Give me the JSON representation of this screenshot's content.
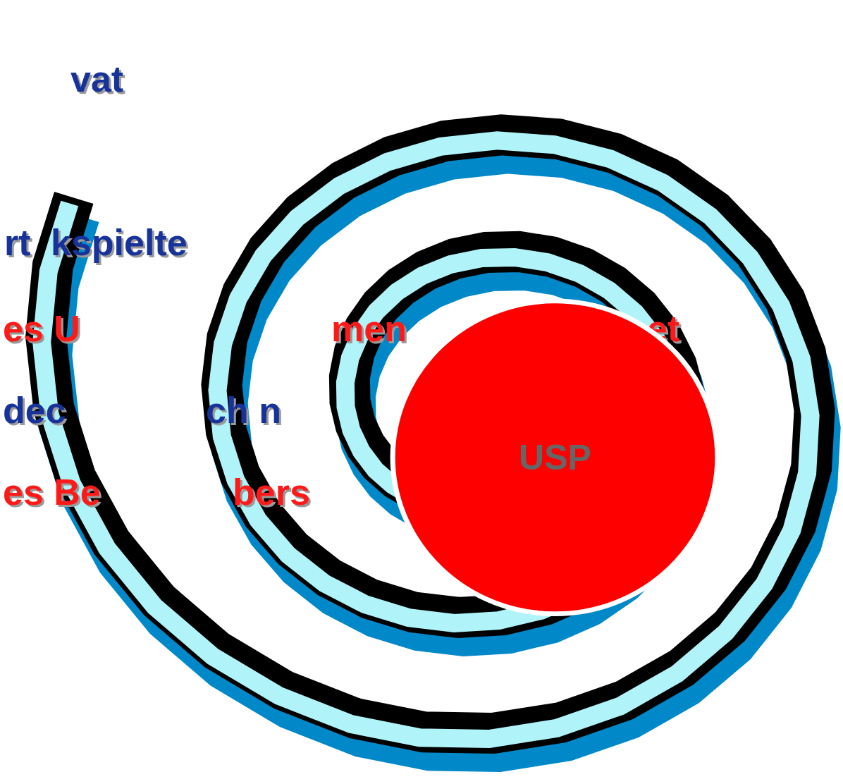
{
  "diagram": {
    "nodes": [
      {
        "text": [
          "USP"
        ]
      }
    ],
    "labels": [
      "vat",
      "rt",
      "kspielte",
      "es U",
      "men",
      "et",
      "dec",
      "ch n",
      "es Be",
      "bers"
    ]
  }
}
